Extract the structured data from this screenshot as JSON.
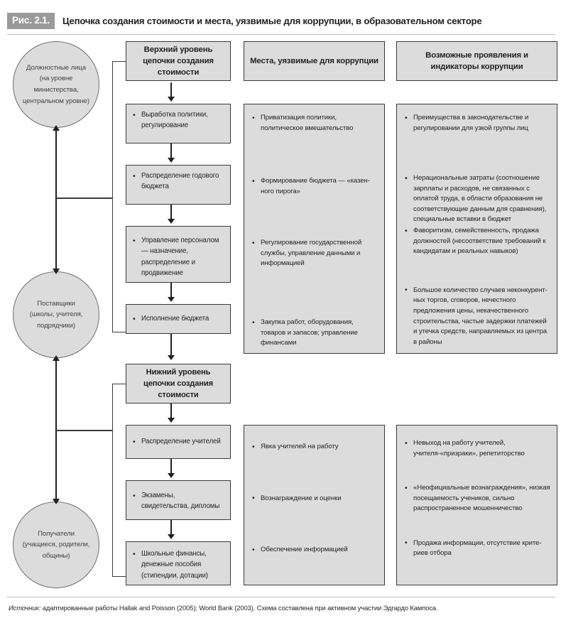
{
  "figure": {
    "tag": "Рис. 2.1.",
    "title": "Цепочка создания стоимости и места, уязвимые для коррупции, в образовательном секторе",
    "source_label": "Источник:",
    "source_text": " адаптированные работы Hallak and Poisson (2005); World Bank (2003). Схема составлена при активном участии Эдгардо Кампоса."
  },
  "actors": [
    {
      "id": "officials",
      "lines": [
        "Должностные лица",
        "(на уровне министерства,",
        "центральном уровне)"
      ]
    },
    {
      "id": "providers",
      "lines": [
        "Поставщики",
        "(школы, учителя,",
        "подрядчики)"
      ]
    },
    {
      "id": "beneficiaries",
      "lines": [
        "Получатели",
        "(учащиеся, родители,",
        "общины)"
      ]
    }
  ],
  "columns": {
    "chain": {
      "header": "Верхний уровень цепочки создания стоимости",
      "sub_header": "Нижний уровень цепочки создания стоимости",
      "upper_steps": [
        "Выработка политики, регулирование",
        "Распределение годового бюджета",
        "Управление персоналом — назначение, распределение и продвижение",
        "Исполнение бюджета"
      ],
      "lower_steps": [
        "Распределение учителей",
        "Экзамены, свидетельства, дипломы",
        "Школьные финансы, денежные пособия (стипендии, дотации)"
      ]
    },
    "vulnerable": {
      "header": "Места, уязвимые для коррупции",
      "upper_items": [
        "Приватизация политики, политическое вмешательство",
        "Формирование бюджета — «казен­ного пирога»",
        "Регулирование государственной службы, управление данными и информацией",
        "Закупка работ, оборудования, товаров и запасов; управление финансами"
      ],
      "lower_items": [
        "Явка учителей на работу",
        "Вознаграждение и оценки",
        "Обеспечение информацией"
      ]
    },
    "indicators": {
      "header": "Возможные проявления и индикаторы коррупции",
      "upper_items": [
        "Преимущества в законодательстве и регулировании для узкой группы лиц",
        "Нерациональные затраты (соотношение зарплаты и расходов, не связанных с оплатой труда, в области образования не соответствующие данным для сравне­ния), специальные вставки в бюджет",
        "Фаворитизм, семейственность, продажа должностей (несоответствие требований к кандидатам и реальных навыков)",
        "Большое количество случаев неконкурент­ных торгов, сговоров, нечестного предложе­ния цены, некачественного строительства, частые задержки платежей и утечка средств, направляемых из центра в районы"
      ],
      "lower_items": [
        "Невыход на работу учителей, учителя-«призраки», репетиторство",
        "«Неофициальные вознаграждения», низкая посещаемость учеников, сильно распространенное мошенничество",
        "Продажа информации, отсутствие крите­риев отбора"
      ]
    }
  },
  "colors": {
    "box_fill": "#dcdcdc",
    "box_stroke": "#3a3a3a",
    "tag_fill": "#9a9a9a",
    "ink": "#231f20"
  }
}
